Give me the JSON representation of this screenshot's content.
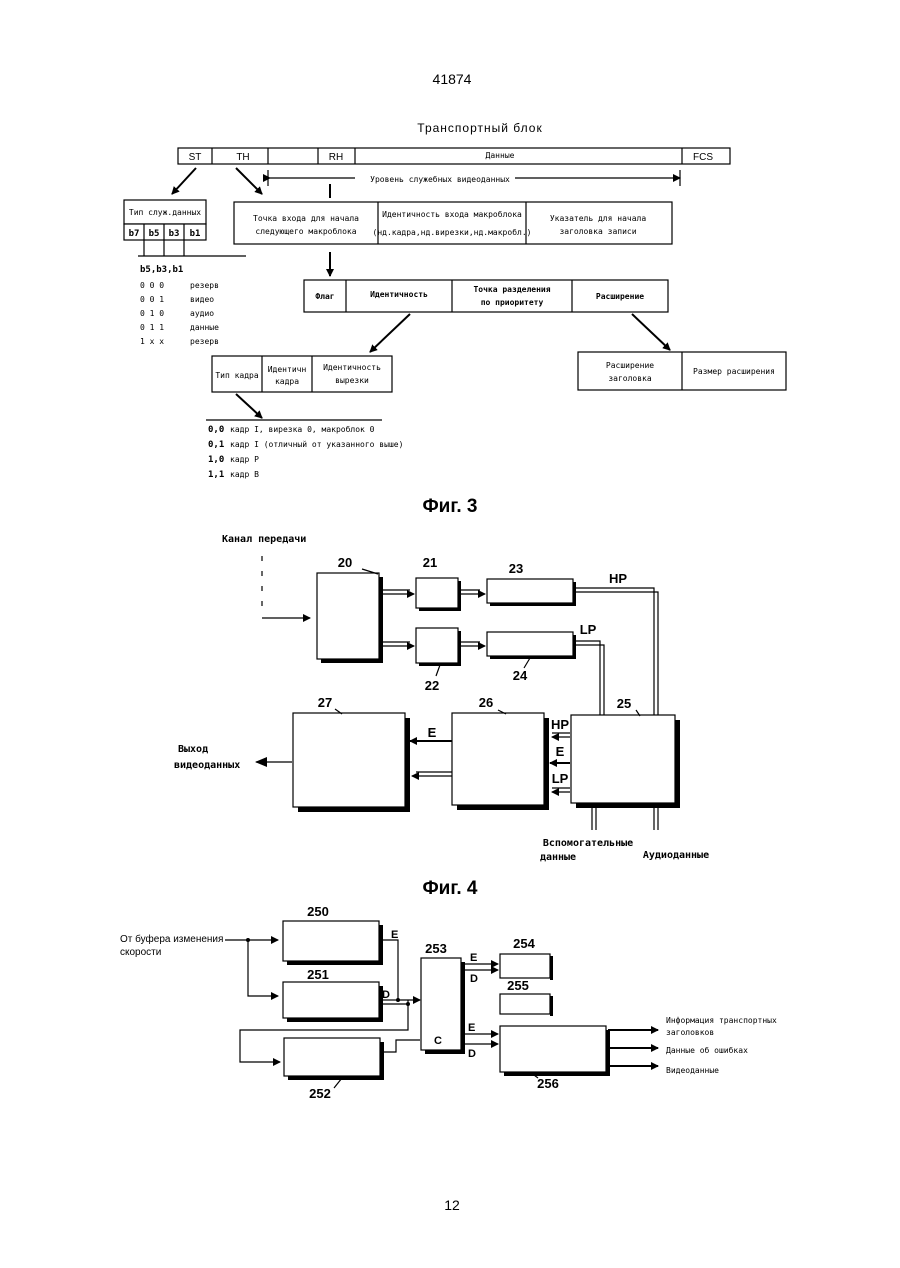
{
  "page": {
    "number_top": "41874",
    "number_bottom": "12"
  },
  "fig3": {
    "caption": "Фиг. 3",
    "title": "Транспортный блок",
    "block_fields": [
      "ST",
      "TH",
      "RH",
      "Данные",
      "FCS"
    ],
    "level_label": "Уровень служебных видеоданных",
    "service_type": "Тип служ.данных",
    "bits": [
      "b7",
      "b5",
      "b3",
      "b1"
    ],
    "bits_header": "b5,b3,b1",
    "bits_table": [
      {
        "code": "0  0  0",
        "meaning": "резерв"
      },
      {
        "code": "0  0  1",
        "meaning": "видео"
      },
      {
        "code": "0  1  0",
        "meaning": "аудио"
      },
      {
        "code": "0  1  1",
        "meaning": "данные"
      },
      {
        "code": "1  x  x",
        "meaning": "резерв"
      }
    ],
    "th_boxes": [
      {
        "l1": "Точка входа для начала",
        "l2": "следующего макроблока"
      },
      {
        "l1": "Идентичность входа макроблока",
        "l2": "(нд.кадра,нд.вирезки,нд.макробл.)"
      },
      {
        "l1": "Указатель для начала",
        "l2": "заголовка записи"
      }
    ],
    "rh_boxes": [
      "Флаг",
      "Идентичность",
      "Точка разделения",
      "по приоритету",
      "Расширение"
    ],
    "ident_boxes": [
      {
        "l1": "Тип кадра",
        "l2": ""
      },
      {
        "l1": "Идентичн",
        "l2": "кадра"
      },
      {
        "l1": "Идентичность",
        "l2": "вырезки"
      }
    ],
    "ext_boxes": [
      {
        "l1": "Расширение",
        "l2": "заголовка"
      },
      {
        "l1": "Размер расширения",
        "l2": ""
      }
    ],
    "frame_table": [
      {
        "code": "0,0",
        "meaning": "кадр I, вирезка 0, макроблок 0"
      },
      {
        "code": "0,1",
        "meaning": "кадр I (отличный от указанного выше)"
      },
      {
        "code": "1,0",
        "meaning": "кадр P"
      },
      {
        "code": "1,1",
        "meaning": "кадр B"
      }
    ]
  },
  "fig4": {
    "caption": "Фиг. 4",
    "input_label": "Канал передачи",
    "output_l1": "Выход",
    "output_l2": "видеоданных",
    "numbers": [
      "20",
      "21",
      "22",
      "23",
      "24",
      "25",
      "26",
      "27"
    ],
    "hp": "HP",
    "lp": "LP",
    "e": "E",
    "aux_l1": "Вспомогательные",
    "aux_l2": "данные",
    "audio": "Аудиоданные"
  },
  "fig5": {
    "input_l1": "От буфера изменения",
    "input_l2": "скорости",
    "numbers": [
      "250",
      "251",
      "252",
      "253",
      "254",
      "255",
      "256"
    ],
    "e": "E",
    "d": "D",
    "c": "C",
    "outputs": [
      {
        "l1": "Информация транспортных",
        "l2": "заголовков"
      },
      {
        "l1": "Данные об ошибках",
        "l2": ""
      },
      {
        "l1": "Видеоданные",
        "l2": ""
      }
    ]
  }
}
